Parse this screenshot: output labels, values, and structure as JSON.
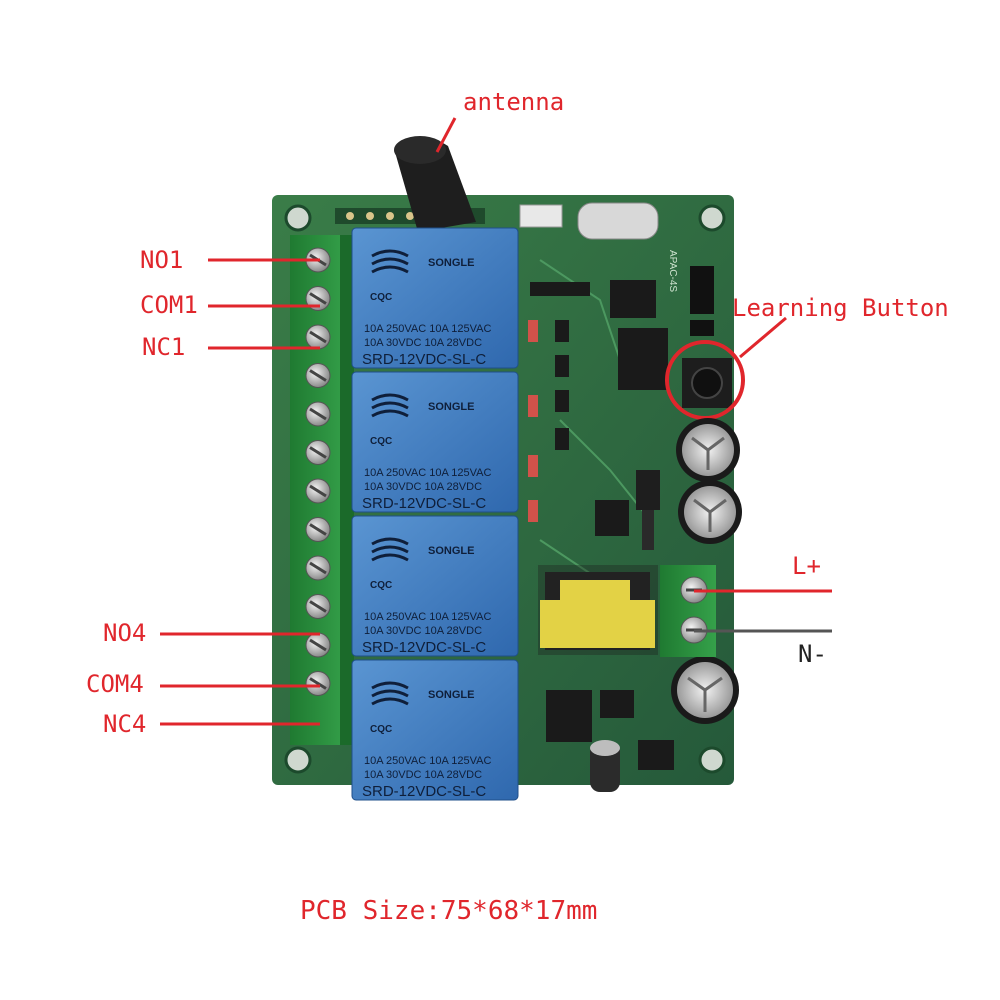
{
  "labels": {
    "antenna": "antenna",
    "learning_button": "Learning Button",
    "no1": "NO1",
    "com1": "COM1",
    "nc1": "NC1",
    "no4": "NO4",
    "com4": "COM4",
    "nc4": "NC4",
    "l_plus": "L+",
    "n_minus": "N-"
  },
  "caption": "PCB Size:75*68*17mm",
  "relay": {
    "brand": "SONGLE",
    "line1": "10A 250VAC  10A 125VAC",
    "line2": "10A  30VDC  10A  28VDC",
    "model": "SRD-12VDC-SL-C",
    "cert": "CQC"
  },
  "board_marking": "APAC-4S",
  "colors": {
    "pcb": "#2f6f3f",
    "relay": "#3d7cc0",
    "terminal": "#2e8a3e",
    "label": "#e0262c"
  }
}
